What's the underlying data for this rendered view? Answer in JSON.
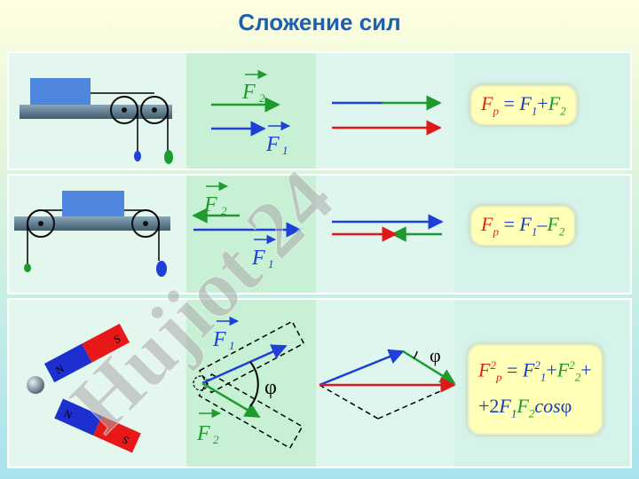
{
  "title": "Сложение сил",
  "labels": {
    "f1": "F",
    "f2": "F",
    "sub1": "1",
    "sub2": "2",
    "phi": "φ",
    "pole_s": "S",
    "pole_n": "N"
  },
  "formulas": {
    "sum": {
      "lhs_f": "F",
      "lhs_sub": "р",
      "eq": " = ",
      "a": "F",
      "a_sub": "1",
      "op": "+",
      "b": "F",
      "b_sub": "2"
    },
    "diff": {
      "lhs_f": "F",
      "lhs_sub": "р",
      "eq": " = ",
      "a": "F",
      "a_sub": "1",
      "op": "–",
      "b": "F",
      "b_sub": "2"
    },
    "angle": {
      "line1": {
        "lhs_f": "F",
        "lhs_sub": "р",
        "lhs_sup": "2",
        "eq": " = ",
        "a": "F",
        "a_sub": "1",
        "a_sup": "2",
        "plus": "+",
        "b": "F",
        "b_sub": "2",
        "b_sup": "2",
        "tail": "+"
      },
      "line2": {
        "lead": "+2",
        "a": "F",
        "a_sub": "1",
        "b": "F",
        "b_sub": "2",
        "cos": "cos",
        "phi": "φ"
      }
    }
  },
  "watermark": "Hujiot 24",
  "colors": {
    "title": "#1f5fb0",
    "blue_arrow": "#1e3fd8",
    "green_arrow": "#1e9a2e",
    "red_arrow": "#e01818",
    "block": "#4f86e0",
    "watermark": "#a9a9a9"
  }
}
